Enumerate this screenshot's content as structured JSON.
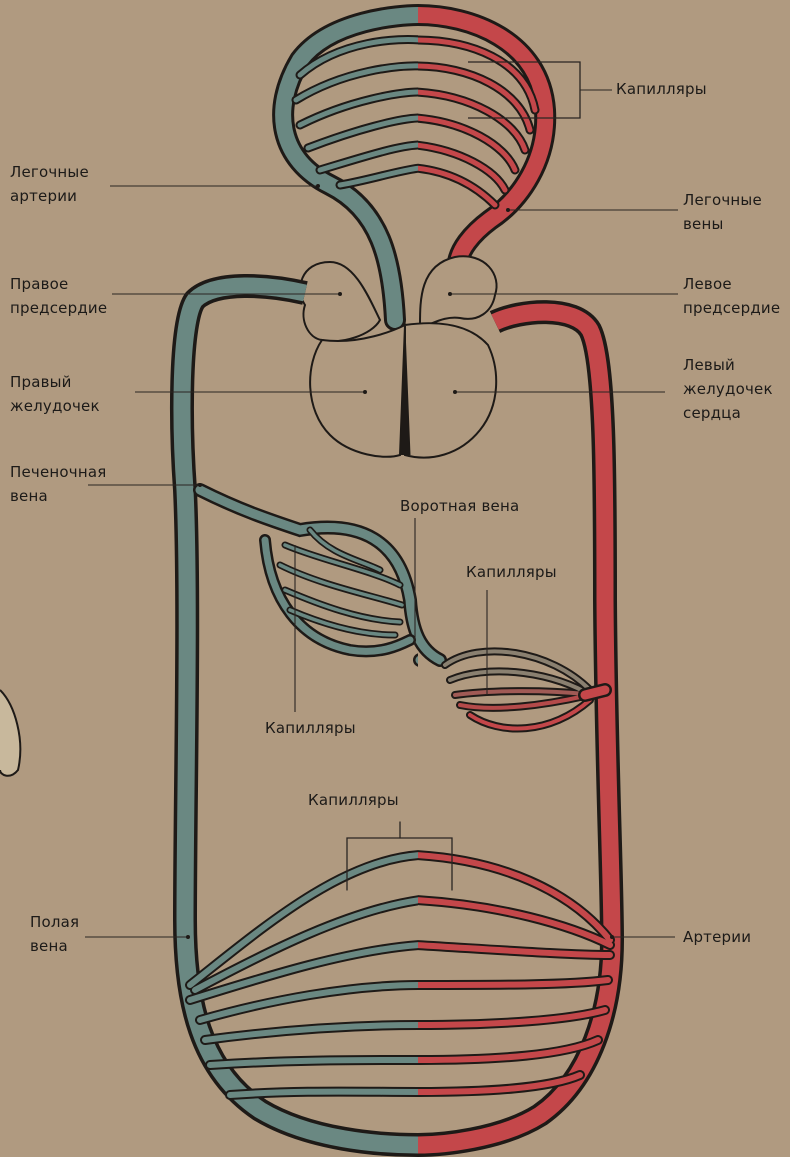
{
  "colors": {
    "paper": "#b09a80",
    "venous": "#6a8882",
    "arterial": "#c4474a",
    "outline": "#1e1a17",
    "leader": "#2a2522"
  },
  "labels": {
    "pulmonary_arteries": "Легочные\nартерии",
    "capillaries_lung": "Капилляры",
    "pulmonary_veins": "Легочные\nвены",
    "right_atrium": "Правое\nпредсердие",
    "left_atrium": "Левое\nпредсердие",
    "right_ventricle": "Правый\nжелудочек",
    "left_ventricle": "Левый\nжелудочек\nсердца",
    "hepatic_vein": "Печеночная\nвена",
    "portal_vein": "Воротная вена",
    "capillaries_gut": "Капилляры",
    "capillaries_liver": "Капилляры",
    "capillaries_body": "Капилляры",
    "vena_cava": "Полая\nвена",
    "arteries": "Артерии"
  }
}
